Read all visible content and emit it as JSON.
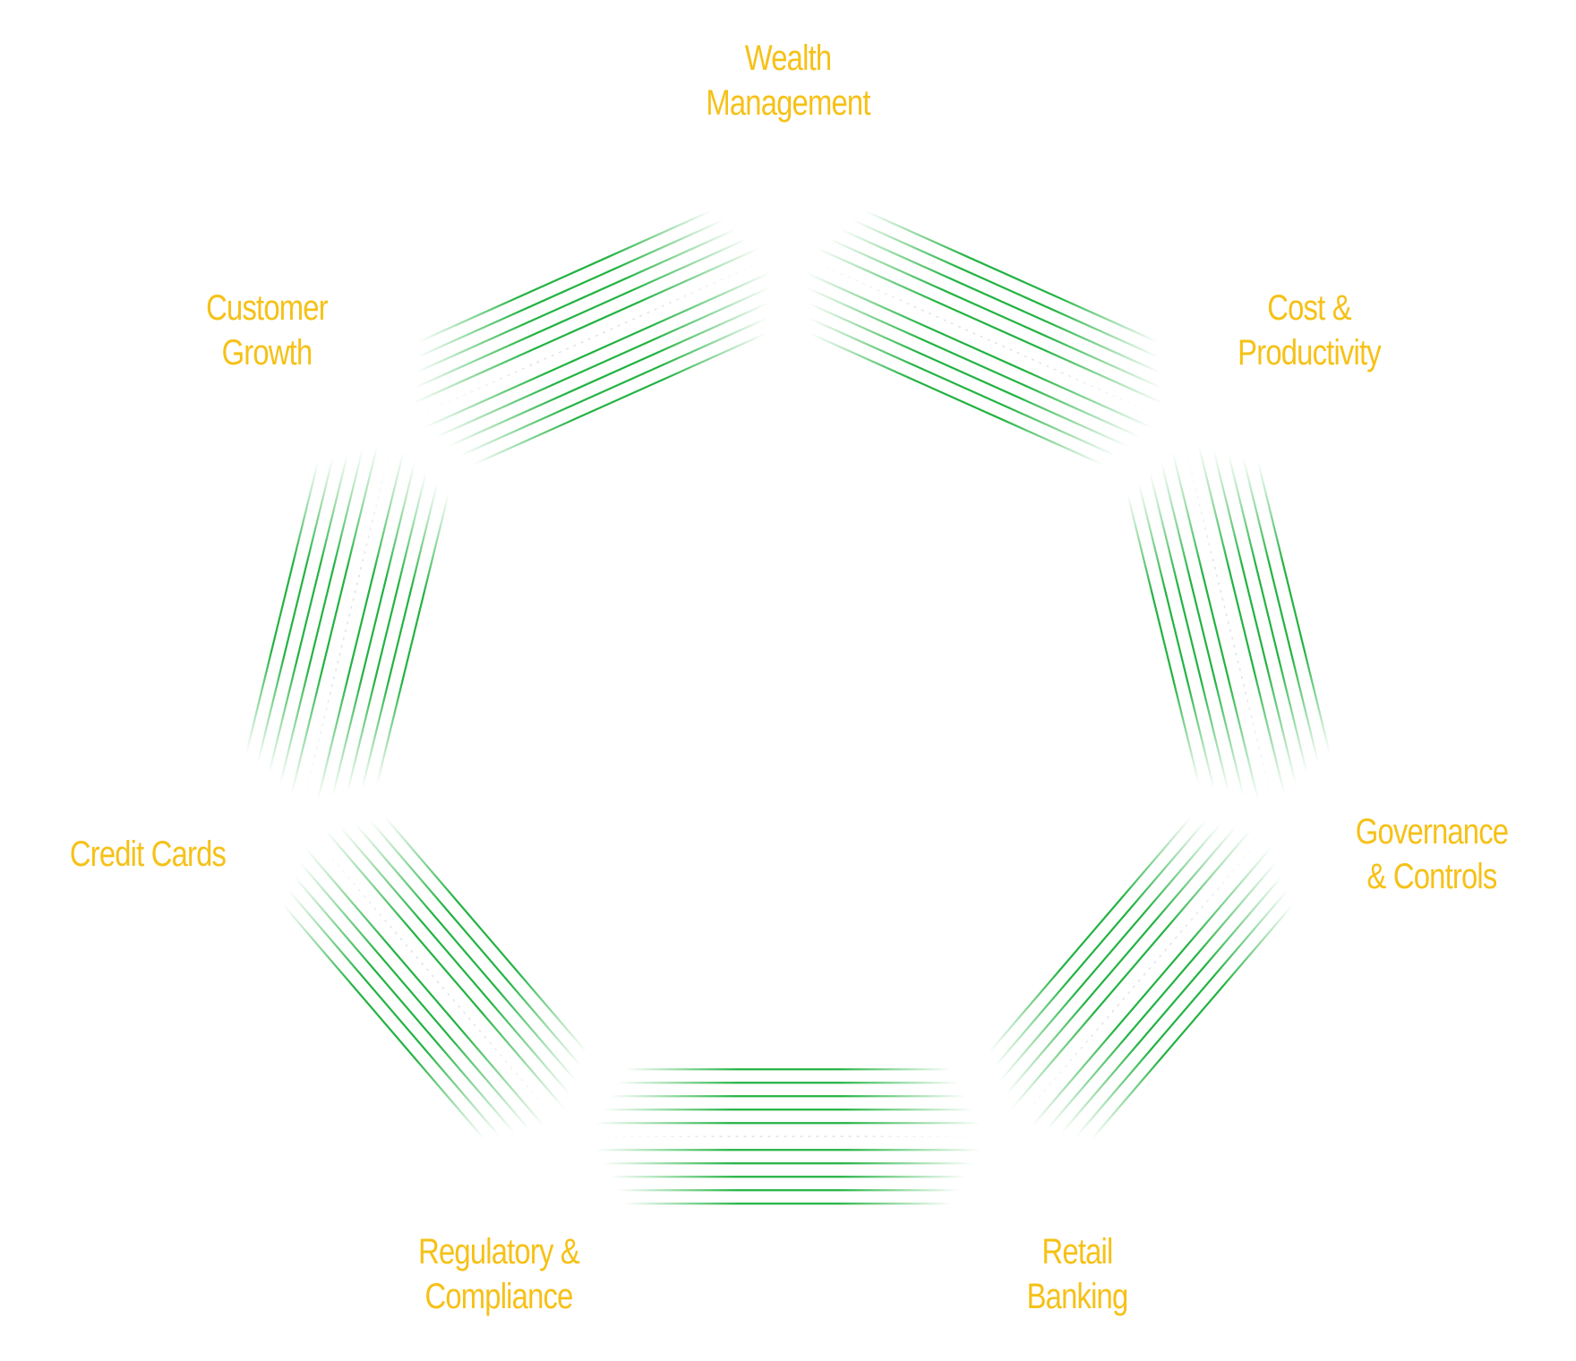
{
  "diagram": {
    "type": "heptagon-cycle",
    "colors": {
      "label": "#F6C117",
      "connector": "#22B341",
      "connector_faint": "#DDE3EC",
      "background": "#FFFFFF"
    },
    "nodes": [
      {
        "id": "wealth",
        "lines": [
          "Wealth",
          "Management"
        ]
      },
      {
        "id": "cost",
        "lines": [
          "Cost &",
          "Productivity"
        ]
      },
      {
        "id": "governance",
        "lines": [
          "Governance",
          "& Controls"
        ]
      },
      {
        "id": "retail",
        "lines": [
          "Retail",
          "Banking"
        ]
      },
      {
        "id": "regulatory",
        "lines": [
          "Regulatory &",
          "Compliance"
        ]
      },
      {
        "id": "credit",
        "lines": [
          "Credit Cards"
        ]
      },
      {
        "id": "customer",
        "lines": [
          "Customer",
          "Growth"
        ]
      }
    ],
    "edges": [
      {
        "from": "wealth",
        "to": "cost"
      },
      {
        "from": "cost",
        "to": "governance"
      },
      {
        "from": "governance",
        "to": "retail"
      },
      {
        "from": "retail",
        "to": "regulatory"
      },
      {
        "from": "regulatory",
        "to": "credit"
      },
      {
        "from": "credit",
        "to": "customer"
      },
      {
        "from": "customer",
        "to": "wealth"
      }
    ]
  }
}
